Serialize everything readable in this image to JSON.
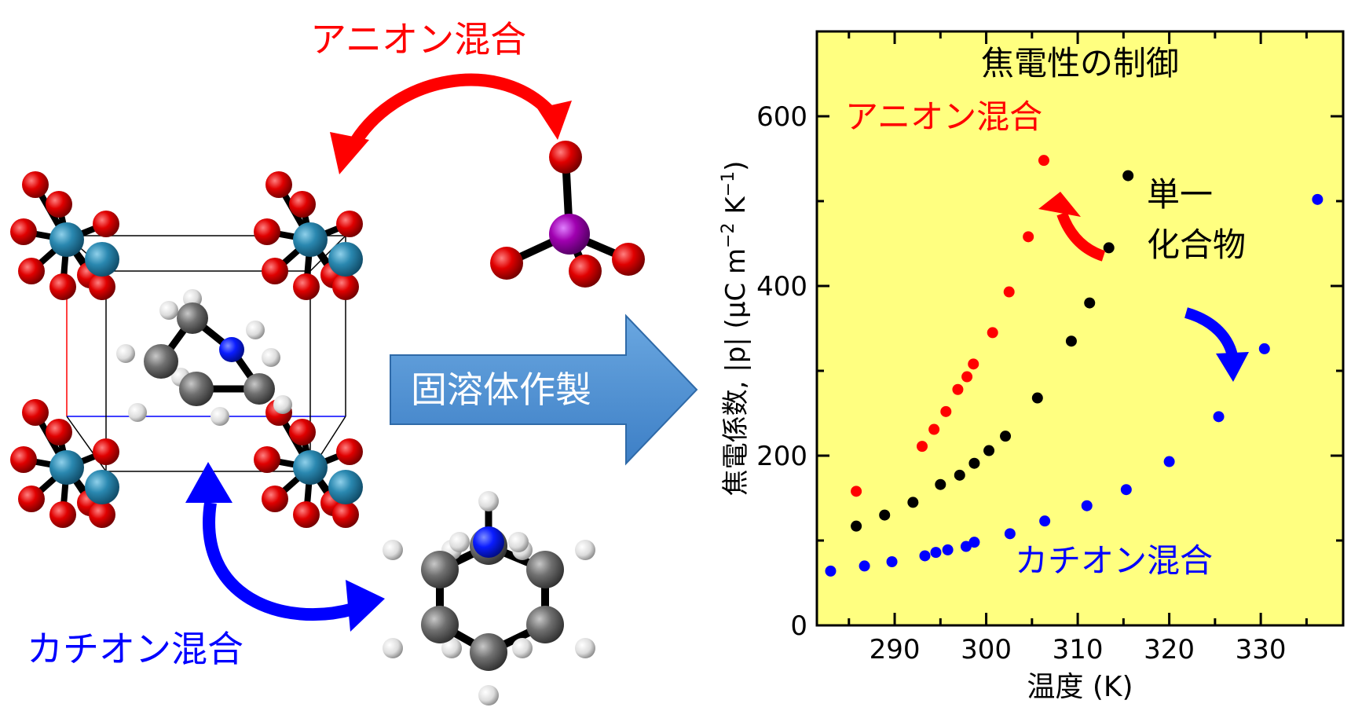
{
  "left_panel": {
    "anion_label": "アニオン混合",
    "cation_label": "カチオン混合",
    "arrow_label": "固溶体作製"
  },
  "chart_data": {
    "type": "scatter",
    "title": "焦電性の制御",
    "xlabel": "温度 (K)",
    "ylabel_text": "焦電係数, |p| (μC m",
    "ylabel_sup1": "−2",
    "ylabel_mid": " K",
    "ylabel_sup2": "−1",
    "ylabel_end": ")",
    "xlim": [
      281.5,
      339
    ],
    "ylim": [
      0,
      700
    ],
    "xticks": [
      290,
      300,
      310,
      320,
      330
    ],
    "yticks": [
      0,
      200,
      400,
      600
    ],
    "background": "#ffff80",
    "series": [
      {
        "name": "アニオン混合",
        "color": "#ff0000",
        "x": [
          285.8,
          293.0,
          294.3,
          295.6,
          296.9,
          297.9,
          298.6,
          300.7,
          302.5,
          304.6,
          306.3
        ],
        "y": [
          158,
          211,
          231,
          252,
          278,
          293,
          308,
          345,
          393,
          458,
          548
        ]
      },
      {
        "name": "単一化合物",
        "name_lines": [
          "単一",
          "化合物"
        ],
        "color": "#000000",
        "x": [
          285.8,
          288.9,
          292.0,
          295.0,
          297.1,
          298.7,
          300.3,
          302.1,
          305.6,
          309.3,
          311.3,
          313.4,
          315.5
        ],
        "y": [
          117,
          130,
          145,
          166,
          177,
          191,
          206,
          223,
          268,
          335,
          380,
          445,
          530
        ]
      },
      {
        "name": "カチオン混合",
        "color": "#0000ff",
        "x": [
          283.0,
          286.7,
          289.7,
          293.3,
          294.5,
          295.8,
          297.8,
          298.7,
          302.6,
          306.4,
          311.0,
          315.3,
          320.0,
          325.4,
          330.4,
          336.2
        ],
        "y": [
          64,
          70,
          75,
          82,
          86,
          89,
          93,
          98,
          108,
          123,
          141,
          160,
          193,
          246,
          326,
          502
        ]
      }
    ]
  }
}
